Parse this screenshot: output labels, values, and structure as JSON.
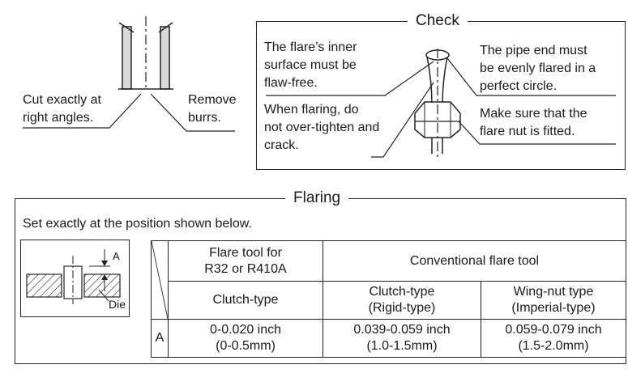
{
  "cut_section": {
    "left_label": "Cut exactly at\nright angles.",
    "right_label": "Remove\nburrs."
  },
  "check_section": {
    "title": "Check",
    "items": [
      "The flare’s inner\nsurface must be\nflaw-free.",
      "When flaring, do\nnot over-tighten and\ncrack.",
      "The pipe end must\nbe evenly flared in a\nperfect circle.",
      "Make sure that the\nflare nut is fitted."
    ]
  },
  "flaring_section": {
    "title": "Flaring",
    "instruction": "Set exactly at the position shown below.",
    "die_diagram": {
      "dimension_label": "A",
      "die_label": "Die"
    },
    "table": {
      "header_r32": "Flare tool for\nR32 or R410A",
      "header_conventional": "Conventional flare tool",
      "sub_clutch": "Clutch-type",
      "sub_clutch_rigid": "Clutch-type\n(Rigid-type)",
      "sub_wingnut": "Wing-nut type\n(Imperial-type)",
      "row_label": "A",
      "values": [
        "0-0.020 inch\n(0-0.5mm)",
        "0.039-0.059 inch\n(1.0-1.5mm)",
        "0.059-0.079 inch\n(1.5-2.0mm)"
      ]
    }
  }
}
